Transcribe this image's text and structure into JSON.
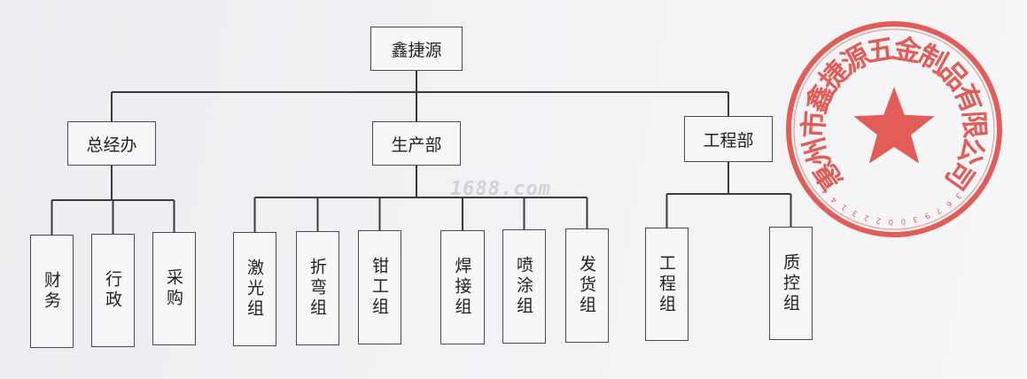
{
  "org": {
    "root": "鑫捷源",
    "departments": [
      {
        "name": "总经办",
        "units": [
          "财务",
          "行政",
          "采购"
        ]
      },
      {
        "name": "生产部",
        "units": [
          "激光组",
          "折弯组",
          "钳工组",
          "焊接组",
          "喷涂组",
          "发货组"
        ]
      },
      {
        "name": "工程部",
        "units": [
          "工程组",
          "质控组"
        ]
      }
    ]
  },
  "watermark": "1688.com",
  "stamp": {
    "text": "惠州市鑫捷源五金制品有限公司",
    "number": "4413220039763",
    "color": "#e0443f"
  },
  "colors": {
    "line": "#3a3a3a",
    "box_border": "#4a4a4a",
    "background": "#f1f1f4"
  }
}
